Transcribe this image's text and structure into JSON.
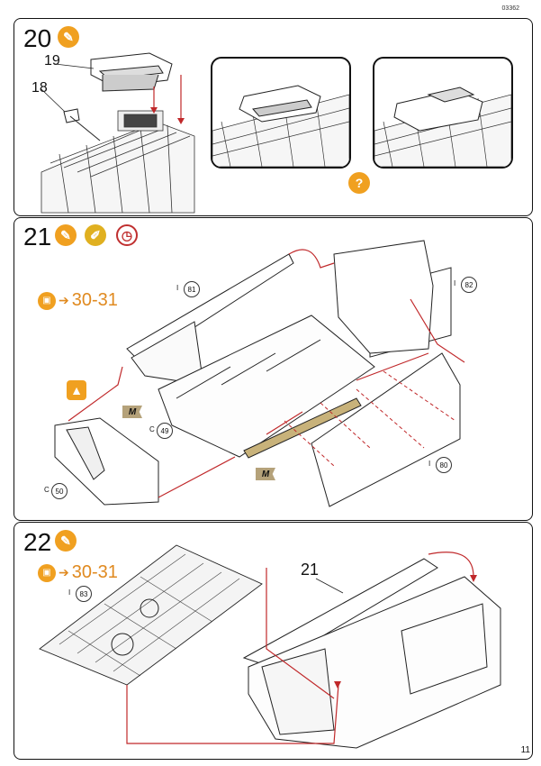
{
  "doc_code": "03362",
  "page_number": "11",
  "steps": [
    {
      "number": "20",
      "parts": [
        "19",
        "18"
      ]
    },
    {
      "number": "21",
      "refs": "30-31",
      "parts": [
        "81",
        "82",
        "49",
        "50",
        "80"
      ],
      "marker": "M"
    },
    {
      "number": "22",
      "refs": "30-31",
      "parts": [
        "83"
      ],
      "subassembly": "21"
    }
  ],
  "callout_symbol": "?"
}
